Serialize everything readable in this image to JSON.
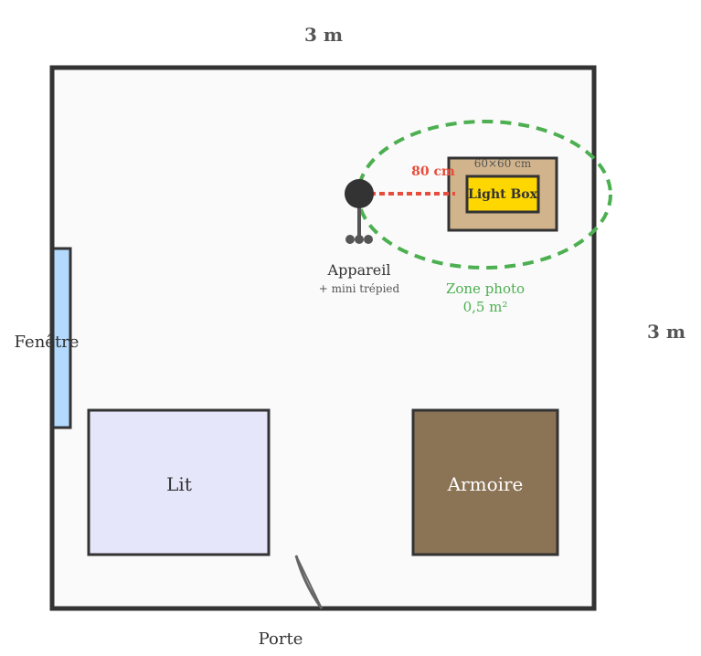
{
  "dimensions": {
    "top": "3 m",
    "right": "3 m"
  },
  "window": {
    "label": "Fenêtre"
  },
  "door": {
    "label": "Porte"
  },
  "furniture": {
    "bed_label": "Lit",
    "wardrobe_label": "Armoire"
  },
  "camera": {
    "label": "Appareil",
    "sublabel": "+ mini trépied"
  },
  "lightbox": {
    "label": "Light Box",
    "size_label": "60×60 cm"
  },
  "distance": {
    "label": "80 cm"
  },
  "zone": {
    "label": "Zone photo",
    "area": "0,5 m²"
  },
  "colors": {
    "wall": "#333333",
    "floor": "#fafafa",
    "window": "#b3d9ff",
    "bed": "#e6e6fa",
    "wardrobe": "#8b7355",
    "lightbox_frame": "#d2b48c",
    "lightbox": "#ffd700",
    "camera": "#333333",
    "tripod": "#555555",
    "zone": "#4caf50",
    "distance": "#e74c3c"
  }
}
